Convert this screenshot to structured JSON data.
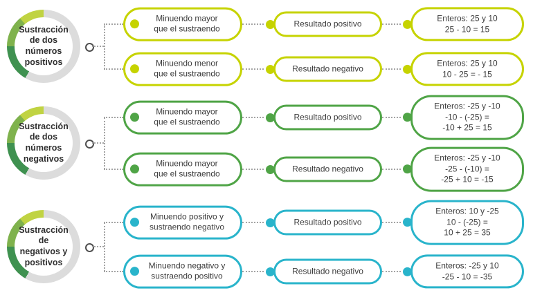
{
  "diagram": {
    "connector_color": "#a3a3a3",
    "ring_colors": {
      "dark": "#3f9150",
      "mid": "#7fb24d",
      "light": "#c0d342",
      "rest": "#dcdcdc"
    },
    "groups": [
      {
        "accent": "#c6d300",
        "title": "Sustracción\nde dos\nnúmeros\npositivos",
        "branches": [
          {
            "condition": "Minuendo mayor\nque el sustraendo",
            "result": "Resultado positivo",
            "example": "Enteros: 25 y 10\n25 - 10 = 15"
          },
          {
            "condition": "Minuendo menor\nque el sustraendo",
            "result": "Resultado negativo",
            "example": "Enteros: 25 y 10\n10 - 25 = - 15"
          }
        ]
      },
      {
        "accent": "#4fa446",
        "title": "Sustracción\nde dos\nnúmeros\nnegativos",
        "branches": [
          {
            "condition": "Minuendo mayor\nque el sustraendo",
            "result": "Resultado positivo",
            "example": "Enteros: -25 y -10\n-10 - (-25) =\n-10 + 25 = 15"
          },
          {
            "condition": "Minuendo mayor\nque el sustraendo",
            "result": "Resultado negativo",
            "example": "Enteros: -25 y -10\n-25 - (-10) =\n-25 + 10 = -15"
          }
        ]
      },
      {
        "accent": "#29b4cb",
        "title": "Sustracción\nde\nnegativos y\npositivos",
        "branches": [
          {
            "condition": "Minuendo positivo y\nsustraendo negativo",
            "result": "Resultado positivo",
            "example": "Enteros: 10 y -25\n10 - (-25) =\n10 + 25 = 35"
          },
          {
            "condition": "Minuendo negativo y\nsustraendo positivo",
            "result": "Resultado negativo",
            "example": "Enteros: -25 y 10\n-25 - 10 = -35"
          }
        ]
      }
    ]
  }
}
